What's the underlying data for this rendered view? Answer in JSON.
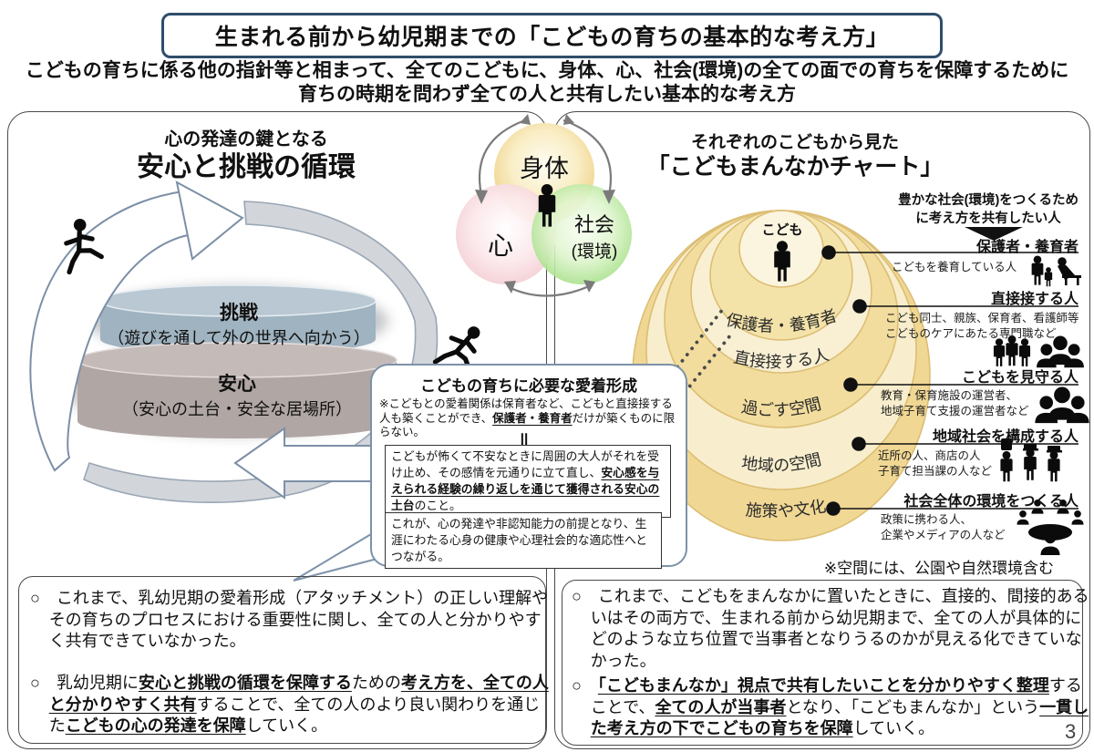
{
  "header": {
    "title": "生まれる前から幼児期までの「こどもの育ちの基本的な考え方」",
    "subtitle1": "こどもの育ちに係る他の指針等と相まって、全てのこどもに、身体、心、社会(環境)の全ての面での育ちを保障するために",
    "subtitle2": "育ちの時期を問わず全ての人と共有したい基本的な考え方"
  },
  "left": {
    "heading_small": "心の発達の鍵となる",
    "heading_large": "安心と挑戦の循環",
    "cylinder_top": {
      "label": "挑戦",
      "sub": "（遊びを通して外の世界へ向かう）"
    },
    "cylinder_bottom": {
      "label": "安心",
      "sub": "（安心の土台・安全な居場所）"
    },
    "bullets": [
      {
        "segs": [
          {
            "t": "○　これまで、乳幼児期の愛着形成（アタッチメント）の正しい理解やその育ちのプロセスにおける重要性に関し、全ての人と分かりやすく共有できていなかった。",
            "em": false
          }
        ]
      },
      {
        "segs": [
          {
            "t": "○　乳幼児期に",
            "em": false
          },
          {
            "t": "安心と挑戦の循環を保障する",
            "em": true
          },
          {
            "t": "ための",
            "em": false
          },
          {
            "t": "考え方を、全ての人と分かりやすく共有",
            "em": true
          },
          {
            "t": "することで、全ての人のより良い関わりを通じた",
            "em": false
          },
          {
            "t": "こどもの心の発達を保障",
            "em": true
          },
          {
            "t": "していく。",
            "em": false
          }
        ]
      }
    ]
  },
  "venn": {
    "body": "身体",
    "heart": "心",
    "society_line1": "社会",
    "society_line2": "(環境)"
  },
  "bubble": {
    "title": "こどもの育ちに必要な愛着形成",
    "note": {
      "segs": [
        {
          "t": "※こどもとの愛着関係は保育者など、こどもと直接接する人も築くことができ、",
          "em": false
        },
        {
          "t": "保護者・養育者",
          "em": true
        },
        {
          "t": "だけが築くものに限らない。",
          "em": false
        }
      ]
    },
    "relation_mark": "＝",
    "box1": {
      "segs": [
        {
          "t": "こどもが怖くて不安なときに周囲の大人がそれを受け止め、その感情を元通りに立て直し、",
          "em": false
        },
        {
          "t": "安心感を与えられる経験の繰り返しを通じて獲得される安心の土台",
          "em": true
        },
        {
          "t": "のこと。",
          "em": false
        }
      ]
    },
    "box2": "これが、心の発達や非認知能力の前提となり、生涯にわたる心身の健康や心理社会的な適応性へとつながる。"
  },
  "right": {
    "heading_small": "それぞれのこどもから見た",
    "heading_large": "「こどもまんなかチャート」",
    "share_note_line1": "豊かな社会(環境)をつくるため",
    "share_note_line2": "に考え方を共有したい人",
    "rings": {
      "center": "こども",
      "ring2": "保護者・養育者",
      "ring3": "直接接する人",
      "ring4": "過ごす空間",
      "ring5": "地域の空間",
      "ring6": "施策や文化"
    },
    "groups": [
      {
        "label": "保護者・養育者",
        "desc1": "こどもを養育している人",
        "desc2": "",
        "icon": "parent-child-caregiver-icon"
      },
      {
        "label": "直接接する人",
        "desc1": "こども同士、親族、保育者、看護師等",
        "desc2": "こどものケアにあたる専門職など",
        "icon": "people-group-icon"
      },
      {
        "label": "こどもを見守る人",
        "desc1": "教育・保育施設の運営者、",
        "desc2": "地域子育て支援の運営者など",
        "icon": "watchers-group-icon"
      },
      {
        "label": "地域社会を構成する人",
        "desc1": "近所の人、商店の人",
        "desc2": "子育て担当課の人など",
        "icon": "community-workers-icon"
      },
      {
        "label": "社会全体の環境をつくる人",
        "desc1": "政策に携わる人、",
        "desc2": "企業やメディアの人など",
        "icon": "policy-meeting-icon"
      }
    ],
    "space_note": "※空間には、公園や自然環境含む",
    "bullets": [
      {
        "segs": [
          {
            "t": "○　これまで、こどもをまんなかに置いたときに、直接的、間接的あるいはその両方で、生まれる前から幼児期まで、全ての人が具体的にどのような立ち位置で当事者となりうるのかが見える化できていなかった。",
            "em": false
          }
        ]
      },
      {
        "segs": [
          {
            "t": "○　",
            "em": false
          },
          {
            "t": "「こどもまんなか」視点で共有したいことを分かりやすく整理",
            "em": true
          },
          {
            "t": "することで、",
            "em": false
          },
          {
            "t": "全ての人が当事者",
            "em": true
          },
          {
            "t": "となり、「こどもまんなか」という",
            "em": false
          },
          {
            "t": "一貫した考え方の下でこどもの育ちを保障",
            "em": true
          },
          {
            "t": "していく。",
            "em": false
          }
        ]
      }
    ]
  },
  "page_number": "3",
  "colors": {
    "title_border": "#2F4D6B",
    "panel_border": "#4a4a4a",
    "bubble_border": "#7C92A8",
    "cycle_arrow_outline": "#7C8FA6",
    "gray_band": "#D2D6DB",
    "ring_border": "#DCBE74",
    "ring_fill_dark": "#F0D794",
    "ring_fill_light": "#F9F0D3",
    "venn_body": "#EDCF82",
    "venn_heart": "#F2C9CF",
    "venn_society": "#9CDC7C",
    "cylinder_challenge": "#9FB3C0",
    "cylinder_anshin": "#B0A6A4"
  }
}
